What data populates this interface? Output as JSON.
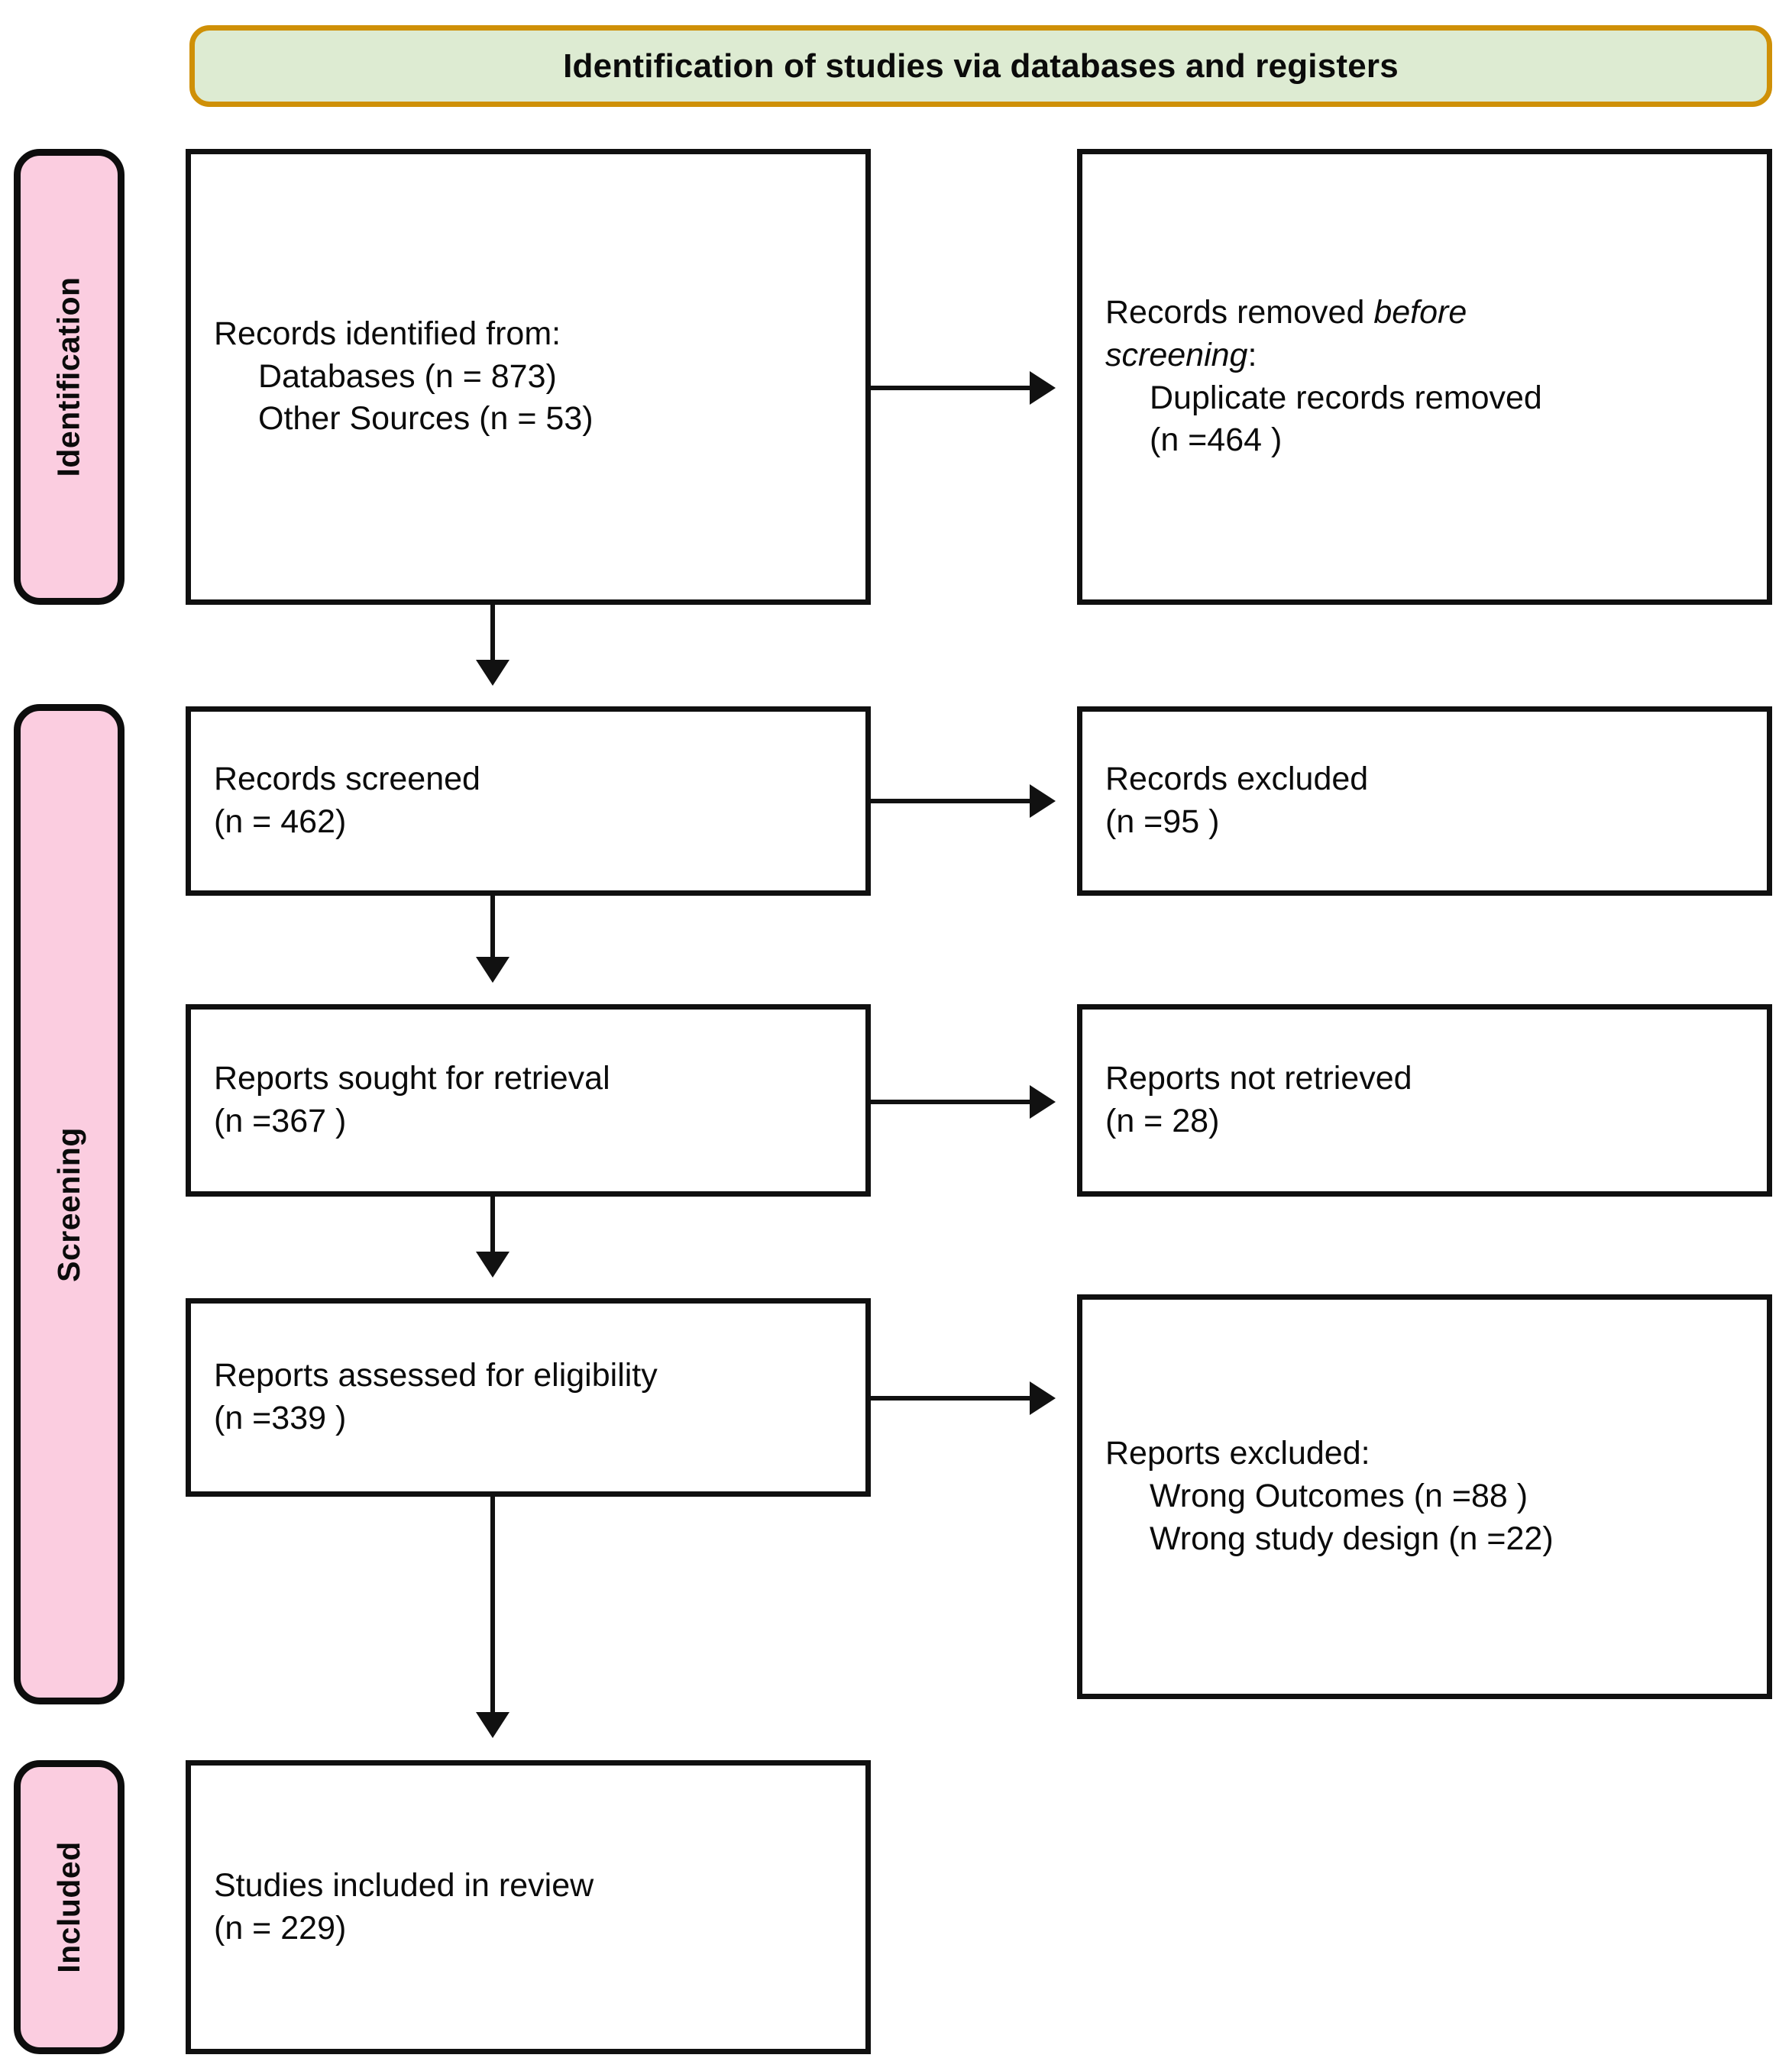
{
  "header": {
    "title": "Identification of studies via databases and registers",
    "fill_color": "#ddebd2",
    "border_color": "#cf9007"
  },
  "stages": [
    {
      "id": "identification",
      "label": "Identification"
    },
    {
      "id": "screening",
      "label": "Screening"
    },
    {
      "id": "included",
      "label": "Included"
    }
  ],
  "stage_fill_color": "#fbcde0",
  "boxes": {
    "identified": {
      "line1": "Records identified from:",
      "line2": "Databases (n = 873)",
      "line3": "Other Sources (n = 53)"
    },
    "removed": {
      "line1_pre": "Records removed ",
      "line1_em": "before",
      "line2_em": "screening",
      "line2_post": ":",
      "line3": "Duplicate records removed",
      "line4": "(n =464 )"
    },
    "screened": {
      "line1": "Records screened",
      "line2": "(n = 462)"
    },
    "records_excluded": {
      "line1": "Records excluded",
      "line2": "(n =95 )"
    },
    "sought": {
      "line1": "Reports sought for retrieval",
      "line2": "(n =367 )"
    },
    "not_retrieved": {
      "line1": "Reports not retrieved",
      "line2": "(n = 28)"
    },
    "assessed": {
      "line1": "Reports assessed for eligibility",
      "line2": "(n =339 )"
    },
    "reports_excluded": {
      "line1": "Reports excluded:",
      "line2": "Wrong Outcomes (n =88 )",
      "line3": "Wrong study design (n =22)"
    },
    "included": {
      "line1": "Studies included in review",
      "line2": "(n = 229)"
    }
  }
}
